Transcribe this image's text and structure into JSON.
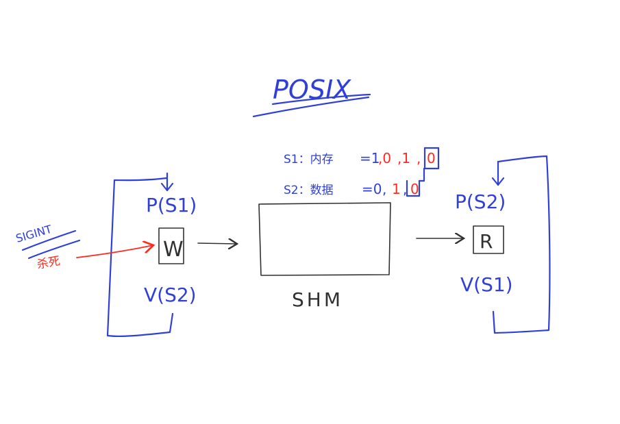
{
  "title": "POSIX",
  "semaphores": {
    "s1_label": "S1：内存",
    "s1_values": [
      "=1",
      ",0",
      ",1",
      ",",
      "0"
    ],
    "s2_label": "S2：数据",
    "s2_values": [
      "=0",
      ",",
      "1",
      ",",
      "0"
    ]
  },
  "writer": {
    "p_op": "P(S1)",
    "box_label": "W",
    "v_op": "V(S2)"
  },
  "shared_memory": {
    "label": "SHM"
  },
  "reader": {
    "p_op": "P(S2)",
    "box_label": "R",
    "v_op": "V(S1)"
  },
  "signal": {
    "name": "SIGINT",
    "effect": "杀死"
  },
  "colors": {
    "blue": "#2f3fd8",
    "red": "#ff2a1f",
    "black": "#303030"
  }
}
